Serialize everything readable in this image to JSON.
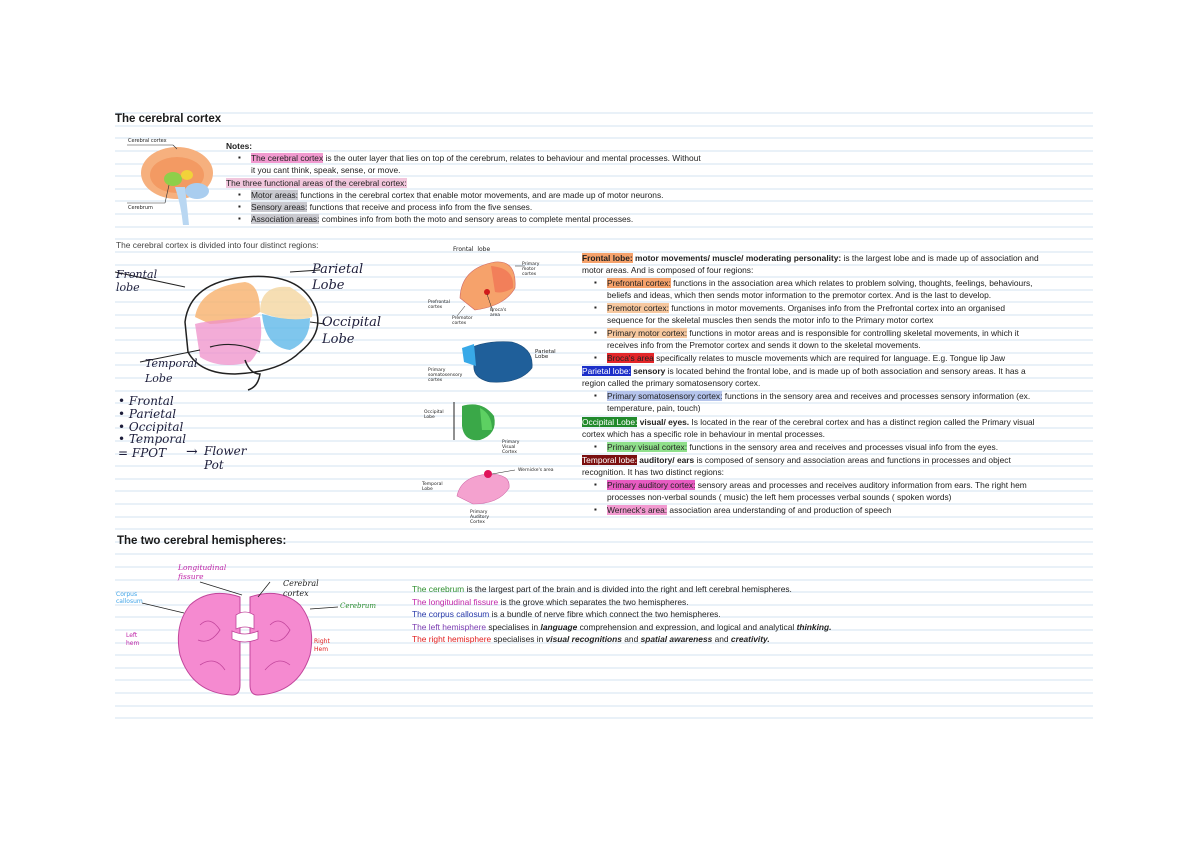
{
  "section1": {
    "title": "The cerebral cortex",
    "img_labels": {
      "cortex": "Cerebral cortex",
      "cerebrum": "Cerebrum"
    },
    "notes_heading": "Notes:",
    "b1_hl": "The cerebral cortex",
    "b1_rest": " is the outer layer that lies on top of the cerebrum, relates to behaviour and mental processes. Without",
    "b1_cont": "it you cant think, speak, sense, or move.",
    "three_areas": "The three functional areas of the cerebral cortex:",
    "motor_hl": "Motor areas:",
    "motor_rest": " functions in the cerebral cortex that enable motor movements, and are made up of motor neurons.",
    "sensory_hl": "Sensory areas:",
    "sensory_rest": " functions that receive and process info from the five senses.",
    "assoc_hl": "Association areas:",
    "assoc_rest": " combines info from both the moto and sensory areas to complete mental processes."
  },
  "regions_intro": "The cerebral cortex is divided into four distinct regions:",
  "sketch1": {
    "frontal": "Frontal\nlobe",
    "parietal": "Parietal\nLobe",
    "occipital": "Occipital\nLobe",
    "temporal": "Temporal\nLobe"
  },
  "handlist": {
    "items": [
      "Frontal",
      "Parietal",
      "Occipital",
      "Temporal"
    ],
    "fpot": "= FPOT",
    "arrow": "→",
    "flowerpot": "Flower\nPot"
  },
  "sketch_labels": {
    "frontal_lobe": "Frontal  lobe",
    "primary_motor": "Primary\nmotor\ncortex",
    "prefrontal": "Prefrontal\ncortex",
    "premotor": "Premotor\ncortex",
    "brocas": "Broca's\narea",
    "parietal": "Parietal\nLobe",
    "primary_somato": "Primary\nsomatosensory\ncortex",
    "occipital": "Occipital\nLobe",
    "primary_visual": "Primary\nVisual\nCortex",
    "wernickes": "Wernicke's area",
    "temporal": "Temporal\nLobe",
    "primary_auditory": "Primary\nAuditory\nCortex"
  },
  "lobes": {
    "frontal_hl": "Frontal lobe:",
    "frontal_bold": " motor movements/ muscle/ moderating personality:",
    "frontal_rest": " is the largest lobe and is made up of association and",
    "frontal_cont": "motor areas. And is composed of four regions:",
    "prefrontal_hl": "Prefrontal cortex:",
    "prefrontal_rest": " functions in the association area which relates to problem solving, thoughts, feelings, behaviours,",
    "prefrontal_cont": "beliefs and ideas, which then sends motor information to the premotor cortex. And is the last to develop.",
    "premotor_hl": "Premotor cortex:",
    "premotor_rest": " functions in motor movements. Organises info from the Prefrontal cortex into an organised",
    "premotor_cont": "sequence for the skeletal muscles then sends the motor info to the Primary motor cortex",
    "primotor_hl": "Primary motor cortex:",
    "primotor_rest": " functions in motor areas and is responsible for controlling skeletal movements, in which it",
    "primotor_cont": "receives info from the Premotor cortex and sends it down to the skeletal movements.",
    "broca_hl": "Broca's area",
    "broca_rest": " specifically relates to muscle movements which are required for language. E.g. Tongue lip Jaw",
    "parietal_hl": "Parietal lobe:",
    "parietal_bold": " sensory",
    "parietal_rest": " is located behind the frontal lobe, and is made up of both association and sensory areas. It has a",
    "parietal_cont": "region called the primary somatosensory cortex.",
    "somato_hl": "Primary somatosensory cortex:",
    "somato_rest": " functions in the sensory area and receives and processes sensory information (ex.",
    "somato_cont": "temperature, pain, touch)",
    "occipital_hl": "Occipital Lobe:",
    "occipital_bold": " visual/ eyes.",
    "occipital_rest": " Is located in the rear of the cerebral cortex and has a distinct region called the Primary visual",
    "occipital_cont": "cortex which has a specific role in behaviour in mental processes.",
    "visual_hl": "Primary visual cortex:",
    "visual_rest": " functions in the sensory area and receives and processes visual info from the eyes.",
    "temporal_hl": "Temporal lobe:",
    "temporal_bold": " auditory/ ears",
    "temporal_rest": " is composed of sensory and association areas and functions in processes and object",
    "temporal_cont": "recognition. It has two distinct regions:",
    "auditory_hl": "Primary auditory cortex:",
    "auditory_rest": " sensory areas and processes and receives auditory information from ears. The right hem",
    "auditory_cont": "processes non-verbal sounds ( music) the left hem processes verbal sounds ( spoken words)",
    "wernicke_hl": "Werneck's area:",
    "wernicke_rest": " association area understanding of and production of speech"
  },
  "section2": {
    "title": "The two cerebral hemispheres:",
    "labels": {
      "longitudinal": "Longitudinal\nfissure",
      "cerebral_cortex": "Cerebral\ncortex",
      "corpus": "Corpus\ncallosum",
      "cerebrum": "Cerebrum",
      "left_hem": "Left\nhem",
      "right_hem": "Right\nHem"
    },
    "l1_a": "The cerebrum",
    "l1_b": " is the largest part of the brain and is divided into the right and left cerebral hemispheres.",
    "l2_a": "The longitudinal fissure",
    "l2_b": " is the grove which separates the two hemispheres.",
    "l3_a": "The corpus callosum",
    "l3_b": " is a bundle of nerve fibre which connect the two hemispheres.",
    "l4_a": "The left hemisphere",
    "l4_b": " specialises in ",
    "l4_c": "language",
    "l4_d": " comprehension and expression, and logical and analytical ",
    "l4_e": "thinking.",
    "l5_a": "The right hemisphere",
    "l5_b": " specialises in ",
    "l5_c": "visual recognitions",
    "l5_d": " and ",
    "l5_e": "spatial awareness",
    "l5_f": " and ",
    "l5_g": "creativity."
  },
  "colors": {
    "rule": "#cfe0f0",
    "pink": "#f29ad0",
    "orange": "#f6a26b",
    "blue": "#1c2fc9",
    "green": "#218a2b",
    "maroon": "#7b1010"
  }
}
